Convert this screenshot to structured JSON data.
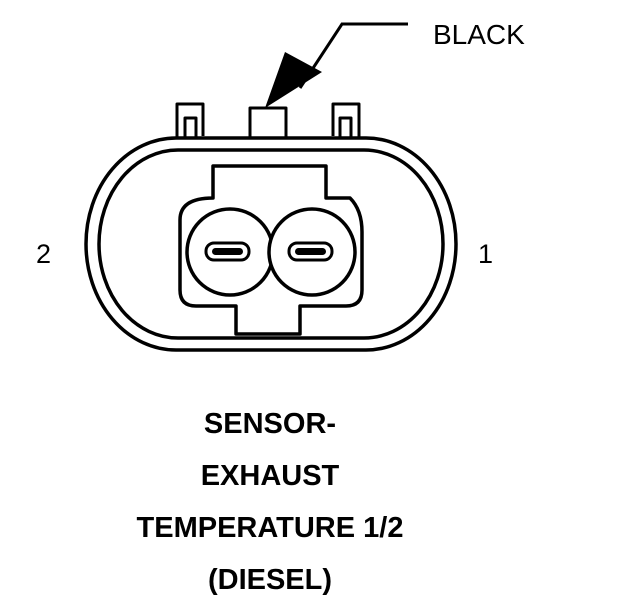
{
  "callout": {
    "color_label": "BLACK"
  },
  "pins": {
    "left": "2",
    "right": "1"
  },
  "caption": {
    "line1": "SENSOR-",
    "line2": "EXHAUST",
    "line3": "TEMPERATURE 1/2",
    "line4": "(DIESEL)"
  },
  "colors": {
    "ink": "#000000",
    "background": "#ffffff"
  }
}
